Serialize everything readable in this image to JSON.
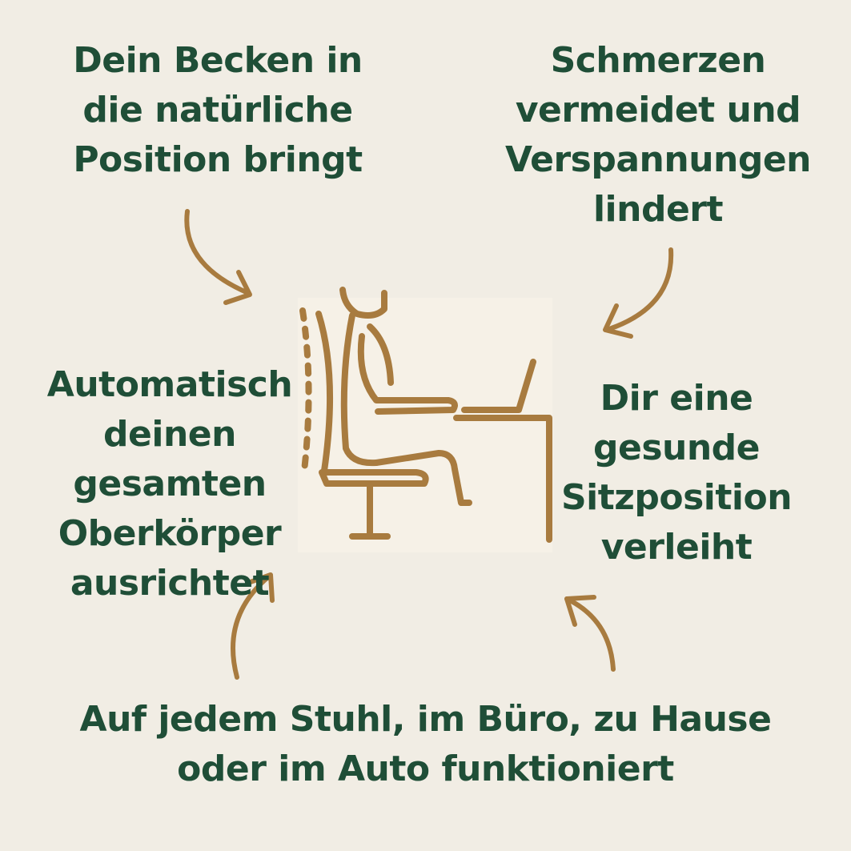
{
  "colors": {
    "background": "#f1ede4",
    "text": "#1f4e37",
    "illustration": "#a87b3f",
    "panel": "#f6f1e7"
  },
  "captions": {
    "top_left": [
      "Dein Becken in",
      "die natürliche",
      "Position bringt"
    ],
    "top_right": [
      "Schmerzen",
      "vermeidet und",
      "Verspannungen",
      "lindert"
    ],
    "left": [
      "Automatisch",
      "deinen",
      "gesamten",
      "Oberkörper",
      "ausrichtet"
    ],
    "right": [
      "Dir eine",
      "gesunde",
      "Sitzposition",
      "verleiht"
    ],
    "bottom": [
      "Auf jedem Stuhl, im Büro, zu Hause",
      "oder im Auto funktioniert"
    ]
  },
  "illustration": {
    "icon": "person-sitting-at-desk-with-laptop-icon",
    "arrows": [
      "curved-arrow-icon",
      "curved-arrow-icon",
      "curved-arrow-icon",
      "curved-arrow-icon"
    ]
  }
}
